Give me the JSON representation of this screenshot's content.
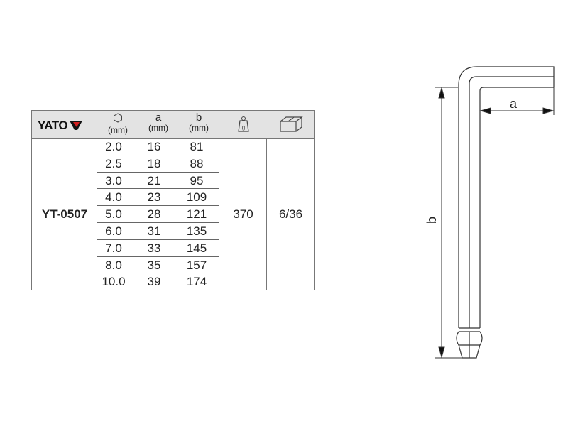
{
  "brand": "YATO",
  "header": {
    "hex_icon": "hexagon-icon",
    "hex_unit": "(mm)",
    "a_label": "a",
    "a_unit": "(mm)",
    "b_label": "b",
    "b_unit": "(mm)",
    "weight_icon": "weight-g-icon",
    "weight_icon_letter": "g",
    "box_icon": "box-icon"
  },
  "model": "YT-0507",
  "weight": "370",
  "packaging": "6/36",
  "rows": [
    {
      "size": "2.0",
      "a": "16",
      "b": "81"
    },
    {
      "size": "2.5",
      "a": "18",
      "b": "88"
    },
    {
      "size": "3.0",
      "a": "21",
      "b": "95"
    },
    {
      "size": "4.0",
      "a": "23",
      "b": "109"
    },
    {
      "size": "5.0",
      "a": "28",
      "b": "121"
    },
    {
      "size": "6.0",
      "a": "31",
      "b": "135"
    },
    {
      "size": "7.0",
      "a": "33",
      "b": "145"
    },
    {
      "size": "8.0",
      "a": "35",
      "b": "157"
    },
    {
      "size": "10.0",
      "a": "39",
      "b": "174"
    }
  ],
  "drawing": {
    "dim_a": "a",
    "dim_b": "b"
  }
}
